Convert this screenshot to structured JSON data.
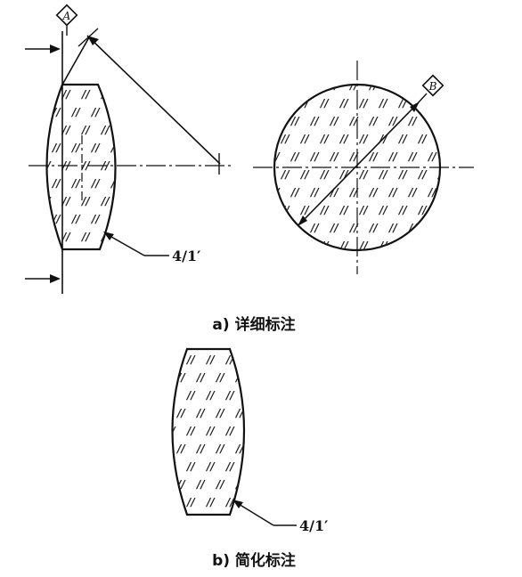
{
  "captions": {
    "a": "a) 详细标注",
    "b": "b) 简化标注"
  },
  "datums": {
    "a": "A",
    "b": "B"
  },
  "tolerance_labels": {
    "detailed": "4/1′",
    "simplified": "4/1′"
  },
  "hatch_symbol": "//",
  "colors": {
    "line": "#111111",
    "background": "#ffffff"
  }
}
